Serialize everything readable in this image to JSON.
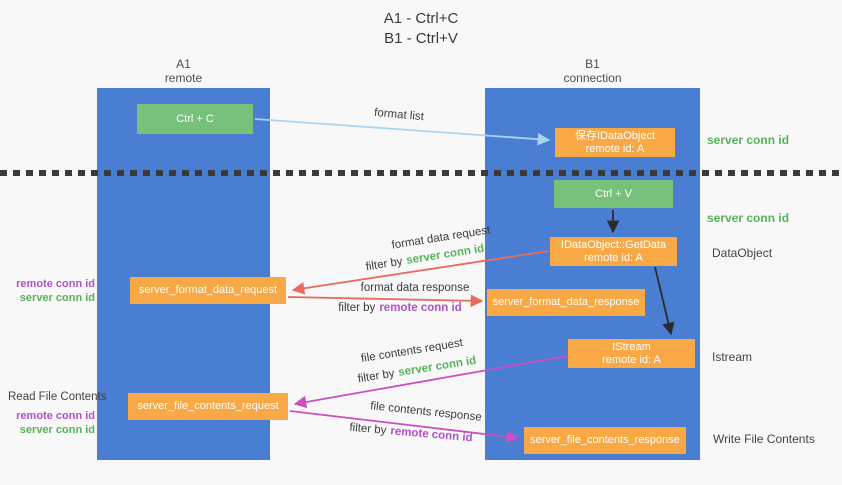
{
  "title": {
    "line1": "A1 - Ctrl+C",
    "line2": "B1 - Ctrl+V"
  },
  "lanes": {
    "left": {
      "title": "A1",
      "subtitle": "remote"
    },
    "right": {
      "title": "B1",
      "subtitle": "connection"
    }
  },
  "nodes": {
    "ctrl_c": {
      "label": "Ctrl + C"
    },
    "save_idataobject": {
      "line1": "保存IDataObject",
      "line2": "remote id: A"
    },
    "ctrl_v": {
      "label": "Ctrl + V"
    },
    "getdata": {
      "line1": "IDataObject::GetData",
      "line2": "remote id: A"
    },
    "format_request": {
      "label": "server_format_data_request"
    },
    "format_response": {
      "label": "server_format_data_response"
    },
    "istream": {
      "line1": "IStream",
      "line2": "remote id: A"
    },
    "file_request": {
      "label": "server_file_contents_request"
    },
    "file_response": {
      "label": "server_file_contents_response"
    }
  },
  "side_labels": {
    "server_conn_id_top": "server conn id",
    "server_conn_id_mid": "server conn id",
    "dataobject": "DataObject",
    "istream": "Istream",
    "write_file_contents": "Write File Contents",
    "read_file_contents": "Read File Contents",
    "left_mid": {
      "remote": "remote conn id",
      "server": "server conn id"
    },
    "left_bottom": {
      "remote": "remote conn id",
      "server": "server conn id"
    }
  },
  "arrows": {
    "format_list": {
      "label": "format list"
    },
    "format_data_request": {
      "label": "format data request",
      "filter_prefix": "filter by",
      "filter_key": "server conn id"
    },
    "format_data_response": {
      "label": "format data response",
      "filter_prefix": "filter by",
      "filter_key": "remote conn id"
    },
    "file_contents_request": {
      "label": "file contents request",
      "filter_prefix": "filter by",
      "filter_key": "server conn id"
    },
    "file_contents_response": {
      "label": "file contents response",
      "filter_prefix": "filter by",
      "filter_key": "remote conn id"
    }
  },
  "colors": {
    "background": "#f8f8f8",
    "lane_blue": "#4a7ed3",
    "node_orange": "#f8a845",
    "node_green": "#77c27b",
    "accent_green": "#56b25c",
    "accent_purple": "#b052c8",
    "arrow_salmon": "#e96a5f",
    "arrow_magenta": "#c850c0",
    "arrow_lightblue": "#a9d5f2",
    "arrow_black": "#2b2b2b",
    "text_dark": "#3c3c3c"
  }
}
